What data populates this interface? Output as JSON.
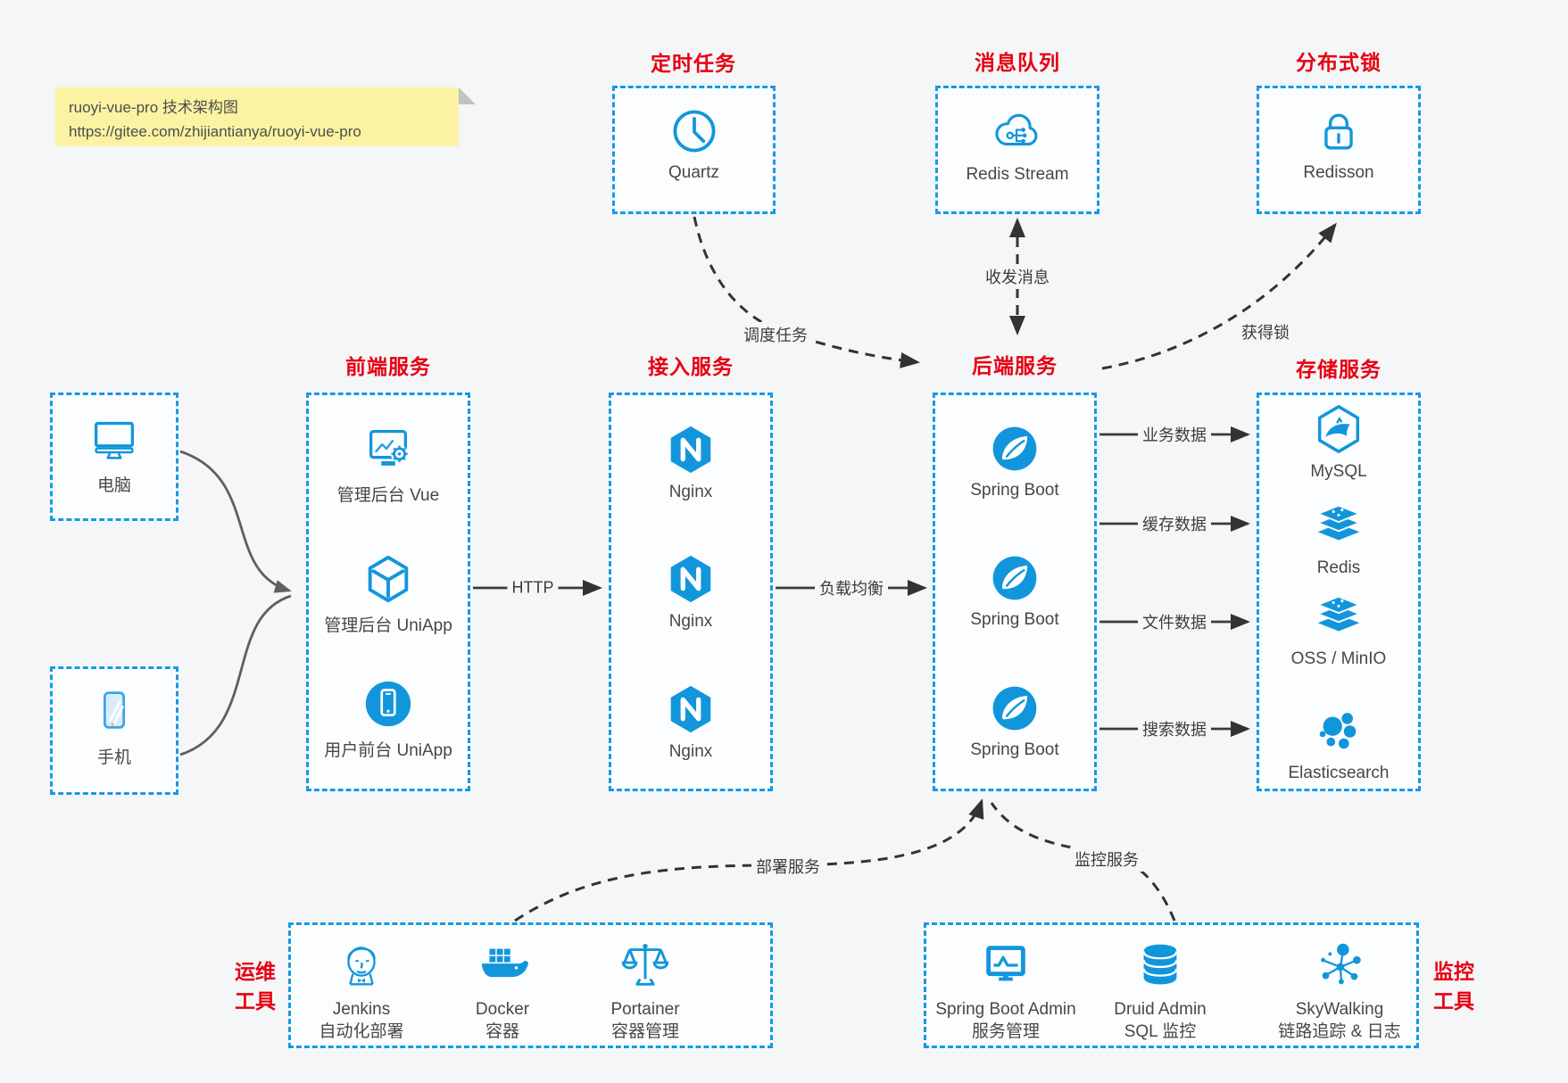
{
  "colors": {
    "accent_blue": "#1699e6",
    "icon_blue": "#1296db",
    "title_red": "#e60012",
    "note_yellow": "#fbf3a2",
    "wire_dark": "#333333",
    "wire_gray": "#5f5f5f"
  },
  "note": {
    "line1": "ruoyi-vue-pro 技术架构图",
    "line2": "https://gitee.com/zhijiantianya/ruoyi-vue-pro"
  },
  "top_groups": [
    {
      "title": "定时任务",
      "item": {
        "label": "Quartz",
        "icon": "clock-icon"
      }
    },
    {
      "title": "消息队列",
      "item": {
        "label": "Redis Stream",
        "icon": "cloud-share-icon"
      }
    },
    {
      "title": "分布式锁",
      "item": {
        "label": "Redisson",
        "icon": "lock-icon"
      }
    }
  ],
  "devices": [
    {
      "label": "电脑",
      "icon": "desktop-icon"
    },
    {
      "label": "手机",
      "icon": "smartphone-icon"
    }
  ],
  "columns": [
    {
      "title": "前端服务",
      "items": [
        {
          "label": "管理后台 Vue",
          "icon": "admin-vue-icon"
        },
        {
          "label": "管理后台 UniApp",
          "icon": "cube-icon"
        },
        {
          "label": "用户前台 UniApp",
          "icon": "phone-circle-icon"
        }
      ]
    },
    {
      "title": "接入服务",
      "items": [
        {
          "label": "Nginx",
          "icon": "nginx-icon"
        },
        {
          "label": "Nginx",
          "icon": "nginx-icon"
        },
        {
          "label": "Nginx",
          "icon": "nginx-icon"
        }
      ]
    },
    {
      "title": "后端服务",
      "items": [
        {
          "label": "Spring Boot",
          "icon": "spring-icon"
        },
        {
          "label": "Spring Boot",
          "icon": "spring-icon"
        },
        {
          "label": "Spring Boot",
          "icon": "spring-icon"
        }
      ]
    },
    {
      "title": "存储服务",
      "items": [
        {
          "label": "MySQL",
          "icon": "mysql-icon"
        },
        {
          "label": "Redis",
          "icon": "redis-stack-icon"
        },
        {
          "label": "OSS / MinIO",
          "icon": "oss-stack-icon"
        },
        {
          "label": "Elasticsearch",
          "icon": "elasticsearch-icon"
        }
      ]
    }
  ],
  "edges": {
    "http": "HTTP",
    "load_balance": "负载均衡",
    "business_data": "业务数据",
    "cache_data": "缓存数据",
    "file_data": "文件数据",
    "search_data": "搜索数据",
    "schedule_job": "调度任务",
    "send_receive_msg": "收发消息",
    "acquire_lock": "获得锁",
    "deploy_service": "部署服务",
    "monitor_service": "监控服务"
  },
  "bottom_groups": [
    {
      "title_line1": "运维",
      "title_line2": "工具",
      "items": [
        {
          "line1": "Jenkins",
          "line2": "自动化部署",
          "icon": "jenkins-icon"
        },
        {
          "line1": "Docker",
          "line2": "容器",
          "icon": "docker-icon"
        },
        {
          "line1": "Portainer",
          "line2": "容器管理",
          "icon": "portainer-icon"
        }
      ]
    },
    {
      "title_line1": "监控",
      "title_line2": "工具",
      "items": [
        {
          "line1": "Spring Boot Admin",
          "line2": "服务管理",
          "icon": "monitor-chart-icon"
        },
        {
          "line1": "Druid Admin",
          "line2": "SQL 监控",
          "icon": "database-icon"
        },
        {
          "line1": "SkyWalking",
          "line2": "链路追踪 & 日志",
          "icon": "topology-icon"
        }
      ]
    }
  ]
}
